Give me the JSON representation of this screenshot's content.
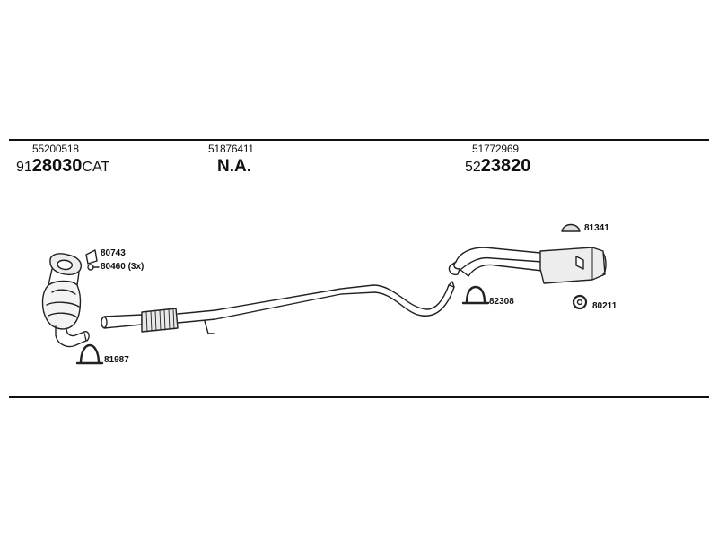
{
  "header": {
    "sections": [
      {
        "part_number": "55200518",
        "ref_prefix": "91",
        "ref_main": "28030",
        "ref_suffix": "CAT"
      },
      {
        "part_number": "51876411",
        "ref_text": "N.A."
      },
      {
        "part_number": "51772969",
        "ref_prefix": "52",
        "ref_main": "23820",
        "ref_suffix": ""
      }
    ]
  },
  "hardware": {
    "gasket_a": "80743",
    "bolts": "80460 (3x)",
    "clamp_front": "81987",
    "clamp_rear": "82308",
    "mount_rubber": "81341",
    "ring": "80211"
  }
}
